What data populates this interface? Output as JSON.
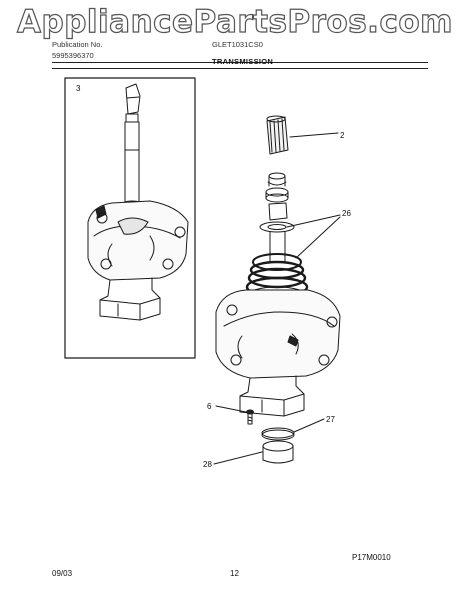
{
  "watermark": "AppliancePartsPros.com",
  "header": {
    "publication_label": "Publication No.",
    "publication_number": "5995396370",
    "model": "GLET1031CS0",
    "section_title": "TRANSMISSION"
  },
  "callouts": {
    "inset": "3",
    "spline_adapter": "2",
    "seal_set": "26",
    "screw": "6",
    "ring": "27",
    "bearing": "28"
  },
  "footer": {
    "code": "P17M0010",
    "date": "09/03",
    "page": "12"
  }
}
